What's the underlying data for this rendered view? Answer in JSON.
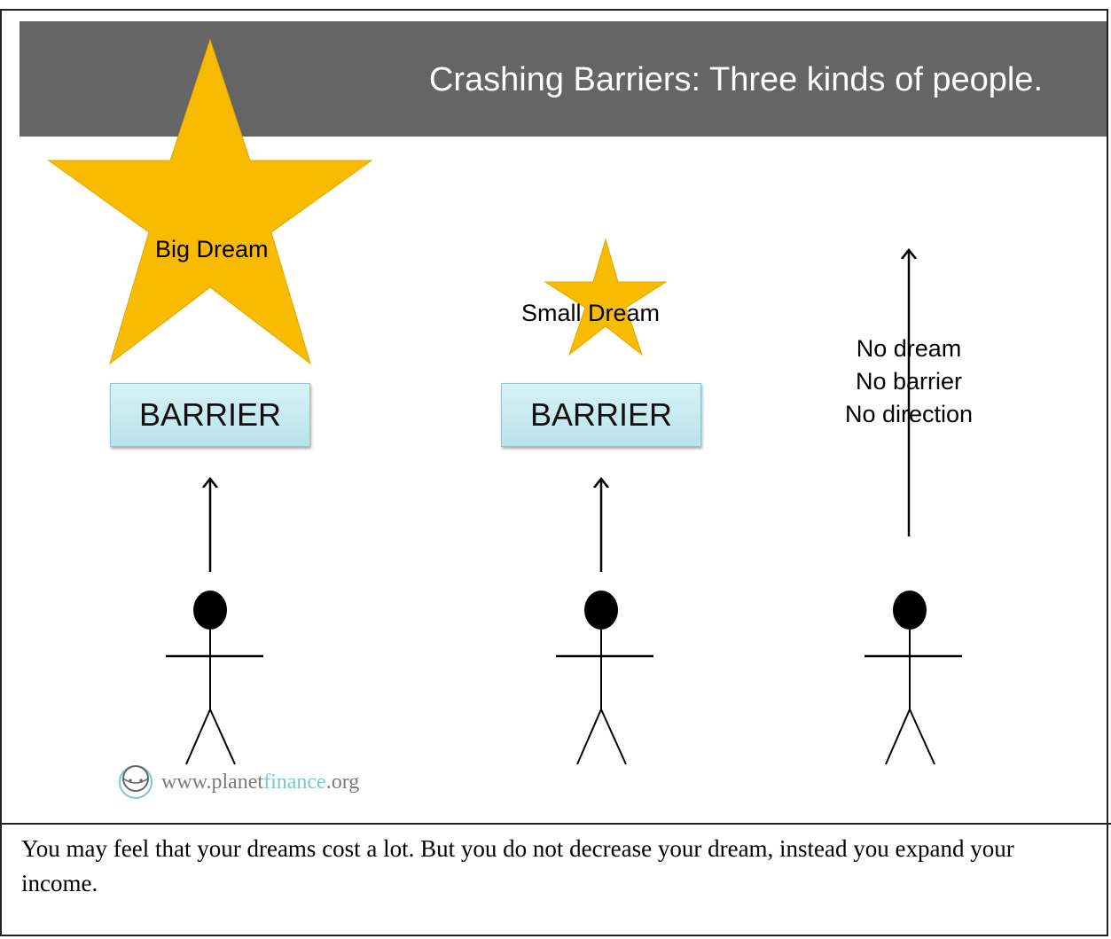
{
  "slide": {
    "title": "Crashing Barriers:  Three kinds of people.",
    "big_dream_label": "Big Dream",
    "small_dream_label": "Small Dream",
    "barrier_left": "BARRIER",
    "barrier_middle": "BARRIER",
    "no_dream_lines": [
      "No dream",
      "No barrier",
      "No direction"
    ],
    "logo": {
      "prefix": "www.planet",
      "accent": "finance",
      "suffix": ".org"
    },
    "colors": {
      "title_bar": "#656565",
      "star": "#f8bb00",
      "barrier_fill": "#c6ebf0",
      "logo_accent": "#7cc5d6"
    }
  },
  "caption": "You may feel that your dreams cost a lot.  But you do not decrease your dream, instead you expand your income."
}
